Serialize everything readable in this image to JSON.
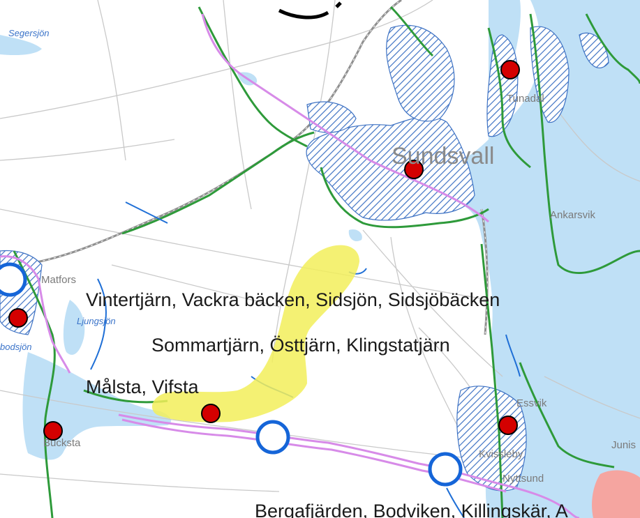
{
  "map": {
    "colors": {
      "water": "#bfe0f6",
      "land": "#ffffff",
      "road": "#c9c9c9",
      "railway": "#8f8f8f",
      "route": "#d78be8",
      "urban_hatch": "#3f73c4",
      "shore_vegetation": "#2e9a3a",
      "streams": "#1f6fd6",
      "highlight": "#f2ef5a",
      "site_marker_fill": "#d40000",
      "node_marker_stroke": "#1565d8",
      "pink_area": "#f5a5a0"
    },
    "place_names": {
      "sundsvall": "Sundsvall",
      "tunadal": "Tunadal",
      "ankarsvik": "Ankarsvik",
      "matfors": "Matfors",
      "essvik": "Essvik",
      "juniskar": "Junis",
      "kvissleby": "Kvissleby",
      "nyttsund": "Nyttsund",
      "bucksta": "Bucksta"
    },
    "water_names": {
      "segersjon": "Segersjön",
      "ljungsjon": "Ljungsjön",
      "bodsjon": "bodsjön"
    },
    "annotations": {
      "vintertjarn": "Vintertjärn, Vackra bäcken, Sidsjön, Sidsjöbäcken",
      "sommartjarn": "Sommartjärn, Östtjärn, Klingstatjärn",
      "malsta": "Målsta, Vifsta",
      "bergafjarden": "Bergafjärden, Bodviken, Killingskär, A"
    },
    "markers": {
      "site_markers": [
        {
          "name": "Tunadal site"
        },
        {
          "name": "Sundsvall site"
        },
        {
          "name": "Matfors site"
        },
        {
          "name": "Bucksta site"
        },
        {
          "name": "Vifsta site"
        },
        {
          "name": "Essvik site"
        }
      ],
      "node_markers": [
        {
          "name": "Matfors node"
        },
        {
          "name": "Vifsta node"
        },
        {
          "name": "Kvissleby node"
        }
      ]
    }
  }
}
